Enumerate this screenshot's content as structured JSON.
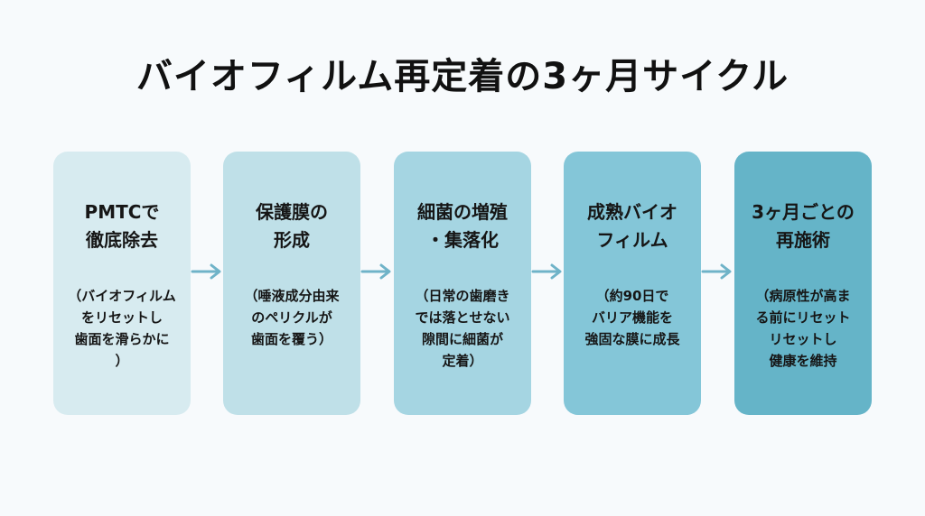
{
  "title": "バイオフィルム再定着の3ヶ月サイクル",
  "steps": [
    {
      "title": "PMTCで\n徹底除去",
      "description": "（バイオフィルム\nをリセットし\n歯面を滑らかに\n）"
    },
    {
      "title": "保護膜の\n形成",
      "description": "（唾液成分由来\nのペリクルが\n歯面を覆う）"
    },
    {
      "title": "細菌の増殖\n・集落化",
      "description": "（日常の歯磨き\nでは落とせない\n隙間に細菌が\n定着）"
    },
    {
      "title": "成熟バイオ\nフィルム",
      "description": "（約90日で\nバリア機能を\n強固な膜に成長"
    },
    {
      "title": "3ヶ月ごとの\n再施術",
      "description": "（病原性が高ま\nる前にリセット\nリセットし\n健康を維持"
    }
  ],
  "colors": {
    "step1": "#d7ebf0",
    "step2": "#bfe0e8",
    "step3": "#a5d5e2",
    "step4": "#84c6d8",
    "step5": "#65b4c8",
    "arrow": "#6fb3c8"
  },
  "icons": {
    "connector": "arrow-right-icon"
  }
}
